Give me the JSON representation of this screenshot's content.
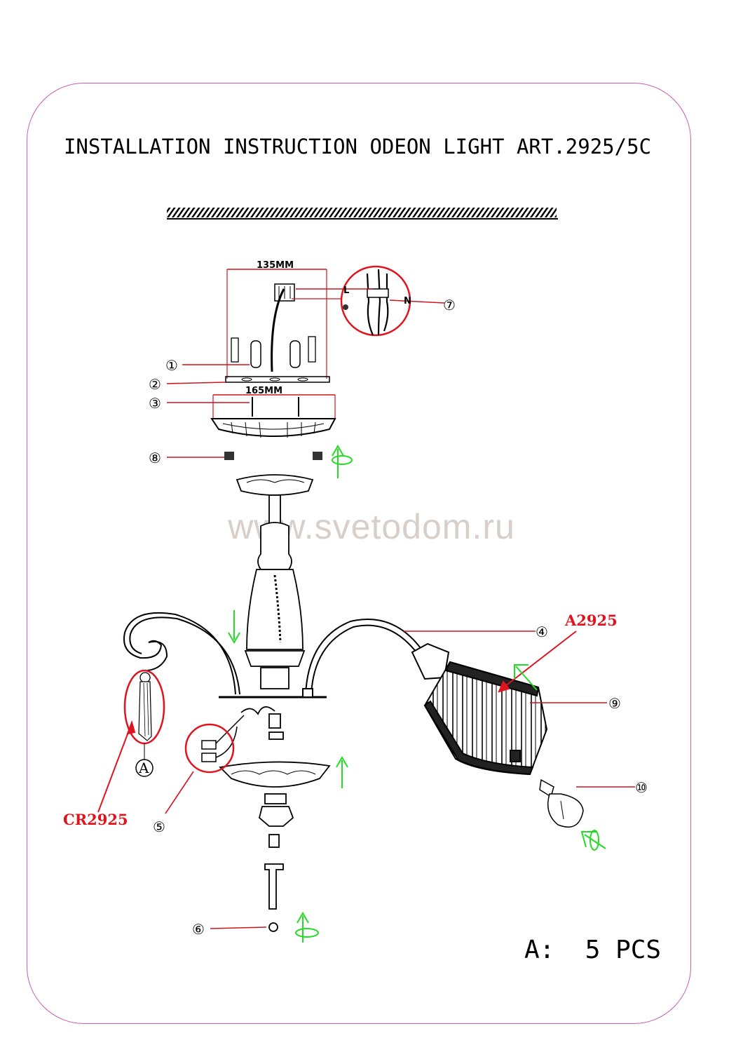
{
  "title": "INSTALLATION INSTRUCTION ODEON LIGHT ART.2925/5C",
  "watermark": "www.svetodom.ru",
  "dimensions": {
    "top_width": "135MM",
    "bottom_width": "165MM"
  },
  "wiring": {
    "live": "L",
    "neutral": "N"
  },
  "callouts": [
    "①",
    "②",
    "③",
    "④",
    "⑤",
    "⑥",
    "⑦",
    "⑧",
    "⑨",
    "⑩"
  ],
  "part_codes": {
    "shade": "A2925",
    "crystal": "CR2925"
  },
  "crystal_marker": "A",
  "quantity": {
    "label": "A:",
    "value": "5 PCS"
  },
  "colors": {
    "frame": "#c85ab0",
    "callout_line": "#d0141e",
    "arrow": "#22dd22"
  }
}
